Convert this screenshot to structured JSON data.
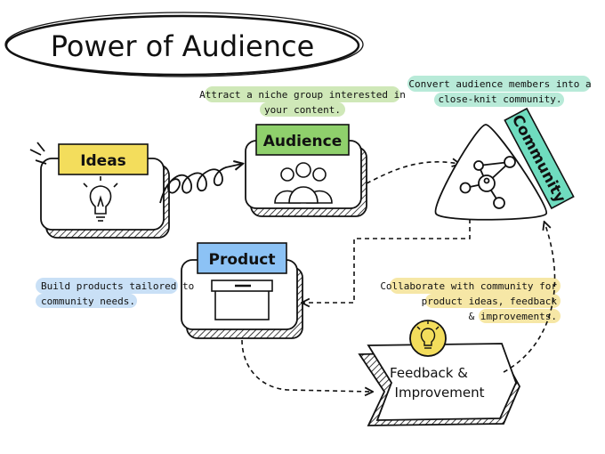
{
  "title": "Power of Audience",
  "nodes": {
    "ideas": {
      "label": "Ideas",
      "color": "#f3dd5c"
    },
    "audience": {
      "label": "Audience",
      "color": "#8fd06c"
    },
    "community": {
      "label": "Community",
      "color": "#6fdcbf"
    },
    "product": {
      "label": "Product",
      "color": "#8cc2f5"
    },
    "feedback": {
      "label_line1": "Feedback &",
      "label_line2": "Improvement",
      "badge_color": "#f3dd5c"
    }
  },
  "notes": {
    "audience": {
      "line1": "Attract a niche group interested in",
      "line2": "your content.",
      "color": "#cfe8b8"
    },
    "community": {
      "line1": "Convert audience members into a",
      "line2": "close-knit community.",
      "color": "#b8ead8"
    },
    "product": {
      "line1": "Build products tailored to",
      "line2": "community needs.",
      "color": "#c9e0f6"
    },
    "feedback": {
      "line1": "Collaborate with community for",
      "line2": "product ideas, feedback",
      "line3": "& improvements.",
      "color": "#f6e7a6"
    }
  },
  "icons": [
    "lightbulb-icon",
    "people-group-icon",
    "network-icon",
    "box-icon",
    "lightbulb-icon"
  ]
}
